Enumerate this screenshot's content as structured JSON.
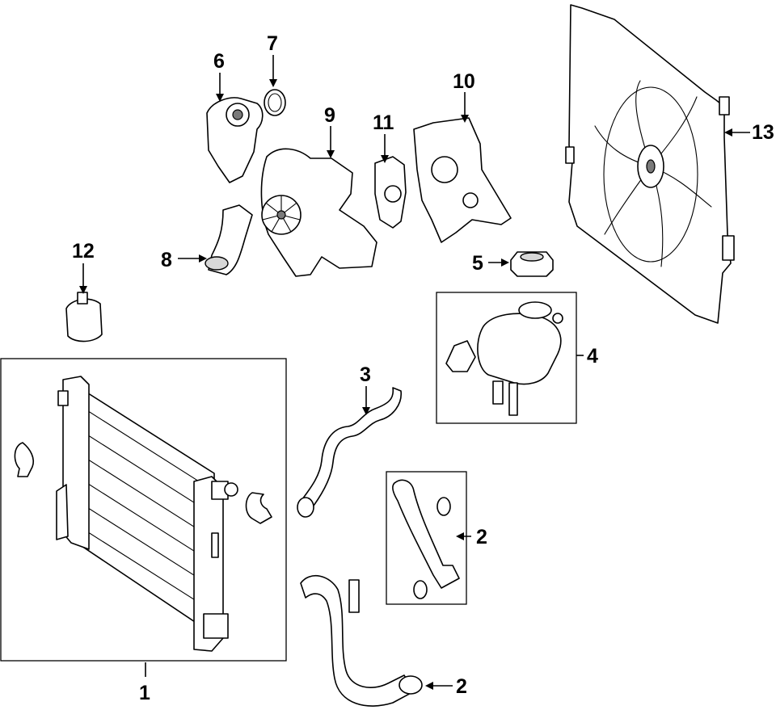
{
  "callouts": {
    "c1": "1",
    "c2a": "2",
    "c2b": "2",
    "c3": "3",
    "c4": "4",
    "c5": "5",
    "c6": "6",
    "c7": "7",
    "c8": "8",
    "c9": "9",
    "c10": "10",
    "c11": "11",
    "c12": "12",
    "c13": "13"
  }
}
